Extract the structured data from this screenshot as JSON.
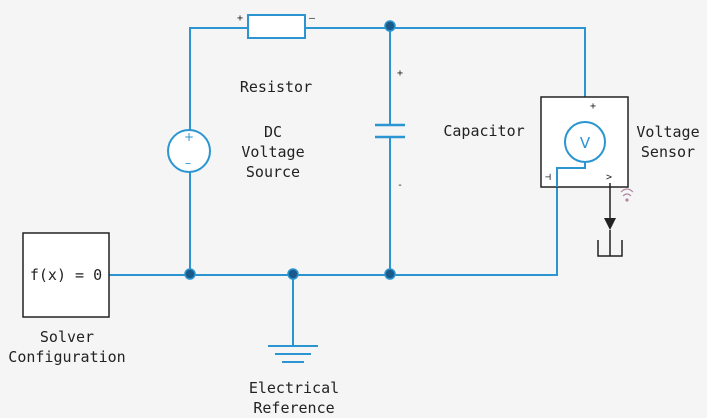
{
  "blocks": {
    "resistor": {
      "label": "Resistor"
    },
    "dc_source": {
      "label_lines": [
        "DC",
        "Voltage",
        "Source"
      ]
    },
    "capacitor": {
      "label": "Capacitor"
    },
    "voltage_sensor": {
      "label_lines": [
        "Voltage",
        "Sensor"
      ],
      "symbol": "V"
    },
    "solver": {
      "text": "f(x) = 0",
      "label_lines": [
        "Solver",
        "Configuration"
      ]
    },
    "ground": {
      "label_lines": [
        "Electrical",
        "Reference"
      ]
    }
  },
  "colors": {
    "wire": "#2a95d0",
    "node": "#1a5a8a",
    "block_border": "#222222",
    "background": "#f5f5f5"
  },
  "icons": [
    "resistor-icon",
    "capacitor-icon",
    "dc-voltage-source-icon",
    "voltmeter-icon",
    "ground-icon",
    "signal-icon"
  ]
}
